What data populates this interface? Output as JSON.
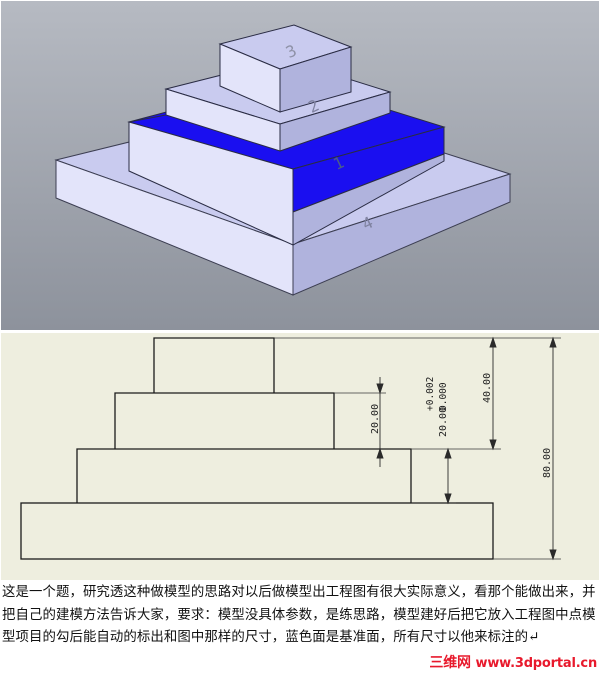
{
  "render": {
    "layer_labels": [
      "3",
      "2",
      "1",
      "4"
    ]
  },
  "drawing": {
    "dim_step": "20.00",
    "dim_tolerance_upper": "+0.002",
    "dim_tolerance_lower": "0.000",
    "dim_tolerance_base": "20.00",
    "dim_40": "40.00",
    "dim_total": "80.00"
  },
  "caption": {
    "text": "这是一个题，研究透这种做模型的思路对以后做模型出工程图有很大实际意义，看那个能做出来，并把自己的建模方法告诉大家，要求：模型没具体参数，是练思路，模型建好后把它放入工程图中点模型项目的勾后能自动的标出和图中那样的尺寸，蓝色面是基准面，所有尺寸以他来标注的↵"
  },
  "watermark": {
    "brand": "三维网",
    "url": "www.3dportal.cn"
  },
  "colors": {
    "background_3d_top": "#b4b8c0",
    "background_3d_bottom": "#8e939d",
    "face_top": "#c7c9ee",
    "face_left": "#e4e5fa",
    "face_right": "#aeb1dc",
    "datum_blue": "#1a0ff0",
    "drawing_bg": "#eeeedf",
    "line": "#1b1b1b"
  }
}
